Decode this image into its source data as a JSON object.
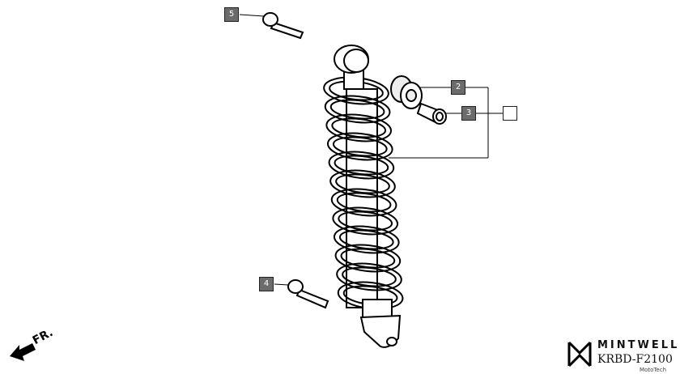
{
  "callouts": {
    "bolt_upper": "5",
    "bushing": "2",
    "collar": "3",
    "bolt_lower": "4",
    "empty": ""
  },
  "direction": {
    "label": "FR."
  },
  "brand": {
    "name": "MINTWELL",
    "code": "KRBD-F2100",
    "watermark": "MotoTech"
  }
}
